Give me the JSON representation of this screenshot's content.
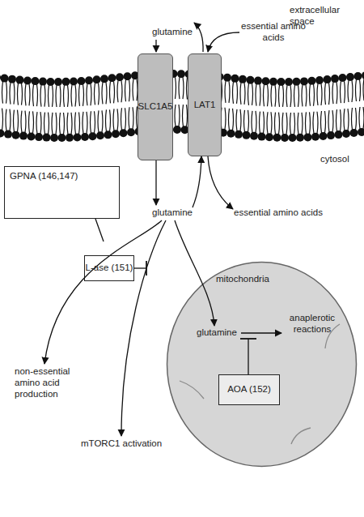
{
  "diagram": {
    "nodes": [
      {
        "text": [
          "SLC1A5"
        ]
      },
      {
        "text": [
          "LAT1"
        ]
      },
      {
        "text": [
          "GPNA (146,147)"
        ]
      },
      {
        "text": [
          "L-ase (151)"
        ]
      },
      {
        "text": [
          "mitochondria"
        ]
      },
      {
        "text": [
          "AOA (152)"
        ],
        "in": 4
      }
    ],
    "labels": [
      "extracellular space",
      "glutamine",
      "essential amino acids",
      "cytosol",
      "glutamine",
      "essential amino acids",
      "non-essential amino acid production",
      "mTORC1 activation",
      "glutamine",
      "anaplerotic reactions"
    ]
  }
}
